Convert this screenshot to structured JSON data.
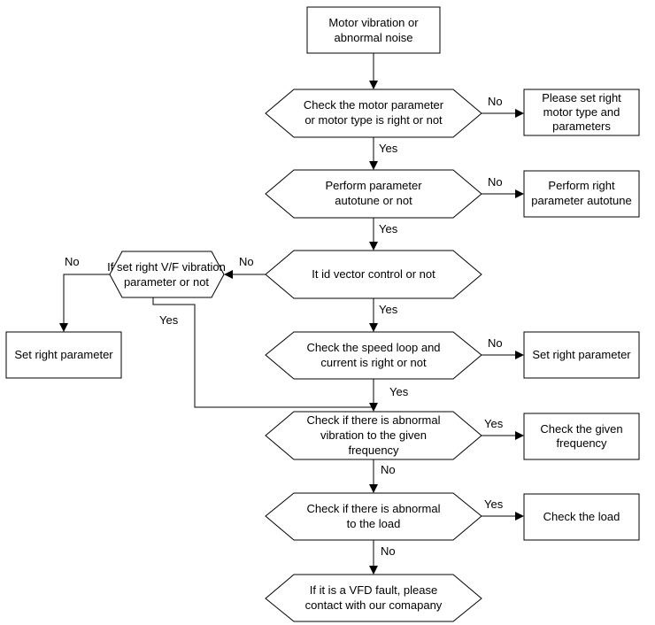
{
  "nodes": {
    "start": [
      "Motor vibration or",
      "abnormal noise"
    ],
    "d_motor_param": [
      "Check the motor parameter",
      "or motor type is right or not"
    ],
    "b_set_motor_type": [
      "Please set right",
      "motor type and",
      "parameters"
    ],
    "d_autotune": [
      "Perform parameter",
      "autotune or not"
    ],
    "b_perform_autotune": [
      "Perform right",
      "parameter autotune"
    ],
    "d_vector_control": [
      "It id vector control or not"
    ],
    "d_vf_vibration": [
      "If set right V/F vibration",
      "parameter or not"
    ],
    "b_set_right_param_left": [
      "Set right parameter"
    ],
    "d_speed_loop": [
      "Check the speed loop and",
      "current is right or not"
    ],
    "b_set_right_param_right": [
      "Set right parameter"
    ],
    "d_abnormal_freq": [
      "Check if there is abnormal",
      "vibration to the given",
      "frequency"
    ],
    "b_check_given_freq": [
      "Check the given",
      "frequency"
    ],
    "d_abnormal_load": [
      "Check if there is abnormal",
      "to the load"
    ],
    "b_check_load": [
      "Check the load"
    ],
    "d_vfd_fault": [
      "If it is a VFD fault, please",
      "contact with our comapany"
    ]
  },
  "edges": {
    "motor_no": "No",
    "motor_yes": "Yes",
    "autotune_no": "No",
    "autotune_yes": "Yes",
    "vector_no": "No",
    "vector_yes": "Yes",
    "vf_no": "No",
    "vf_yes": "Yes",
    "speed_no": "No",
    "speed_yes": "Yes",
    "freq_yes": "Yes",
    "freq_no": "No",
    "load_yes": "Yes",
    "load_no": "No"
  }
}
